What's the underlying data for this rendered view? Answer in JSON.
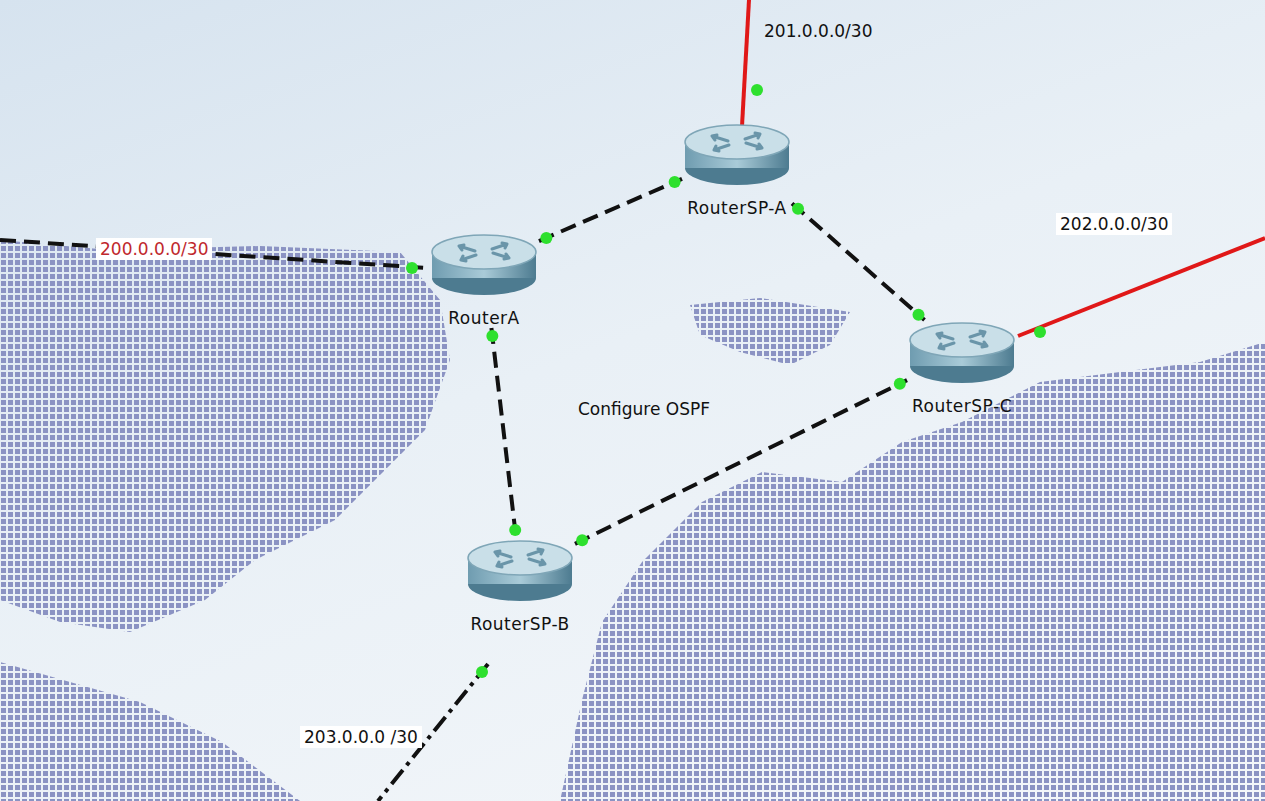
{
  "diagram": {
    "nodes": [
      {
        "text": [
          "RouterSP-A"
        ]
      },
      {
        "text": [
          "RouterA"
        ]
      },
      {
        "text": [
          "RouterSP-C"
        ]
      },
      {
        "text": [
          "RouterSP-B"
        ]
      }
    ],
    "edges": [
      {
        "from": 1,
        "to": 0,
        "arrow": "none"
      },
      {
        "from": 0,
        "to": 2,
        "arrow": "none"
      },
      {
        "from": 1,
        "to": 3,
        "arrow": "none"
      },
      {
        "from": 3,
        "to": 2,
        "arrow": "none"
      }
    ],
    "labels": [
      "201.0.0.0/30",
      "202.0.0.0/30",
      "200.0.0.0/30",
      "Configure OSPF",
      "203.0.0.0 /30"
    ]
  }
}
